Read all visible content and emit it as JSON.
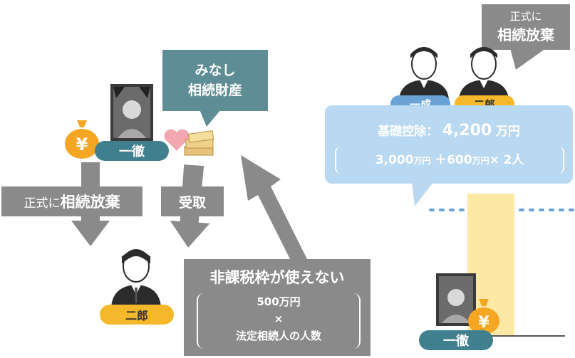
{
  "left": {
    "issho_label": "一徹",
    "jiro_label": "二郎",
    "minashi_line1": "みなし",
    "minashi_line2": "相続財産",
    "renounce_prefix": "正式に",
    "renounce_bold": "相続放棄",
    "receive_label": "受取",
    "notax_title": "非課税枠が使えない",
    "notax_line1": "500万円",
    "notax_line2": "×",
    "notax_line3": "法定相続人の人数",
    "yen_symbol": "¥"
  },
  "right": {
    "renounce_prefix": "正式に",
    "renounce_bold": "相続放棄",
    "issei_label": "一成",
    "jiro_label": "二郎",
    "deduction_label": "基礎控除：",
    "deduction_value": "4,200",
    "deduction_unit": "万円",
    "formula_a": "3,000",
    "formula_a_unit": "万円",
    "formula_plus": "＋",
    "formula_b": "600",
    "formula_b_unit": "万円",
    "formula_times": "×",
    "formula_count": "2人",
    "issho_label": "一徹",
    "yen_symbol": "¥"
  },
  "colors": {
    "teal": "#3f7f8e",
    "yellow": "#f5b82a",
    "blue_pill": "#6aa2d6",
    "light_blue": "#b9d8f1",
    "gray_arrow": "#8a8a8a",
    "bar_yellow": "#fde9a6",
    "orange_bag": "#f5a623"
  }
}
